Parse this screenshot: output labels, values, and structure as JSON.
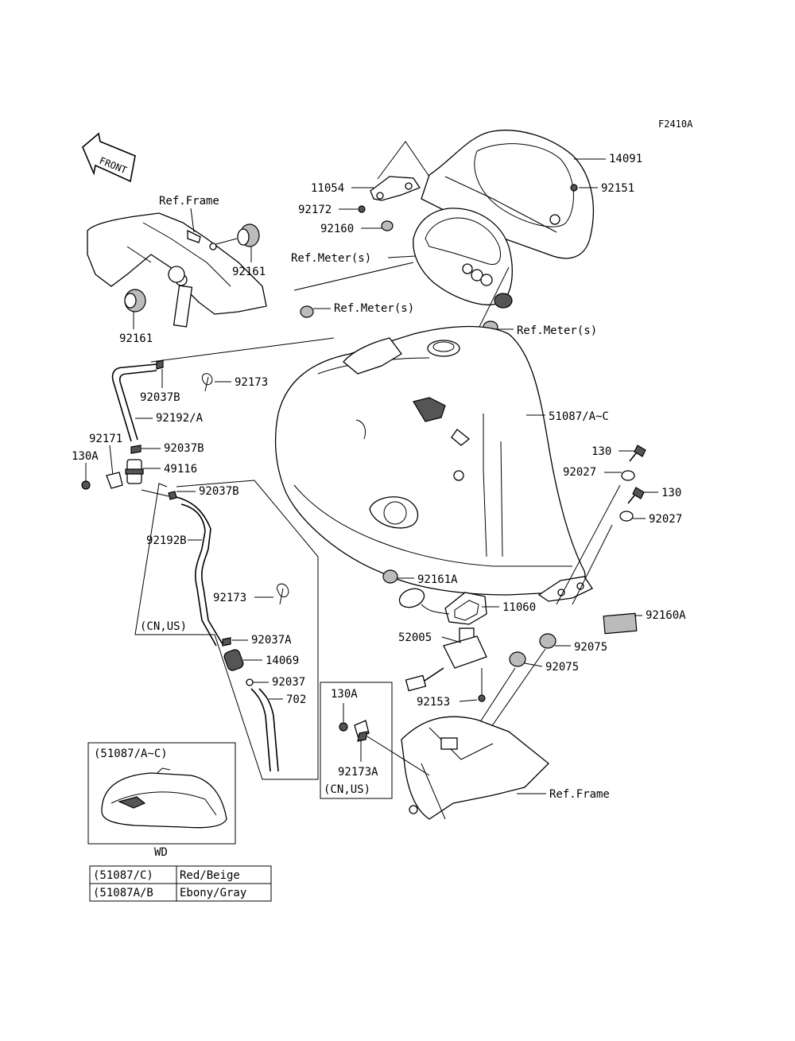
{
  "diagram_code": "F2410A",
  "front_label": "FRONT",
  "ref_frame_top": "Ref.Frame",
  "ref_frame_bottom": "Ref.Frame",
  "ref_meter_1": "Ref.Meter(s)",
  "ref_meter_2": "Ref.Meter(s)",
  "ref_meter_3": "Ref.Meter(s)",
  "region_cn_us_1": "(CN,US)",
  "region_cn_us_2": "(CN,US)",
  "inset_title": "(51087/A~C)",
  "inset_caption": "WD",
  "parts": {
    "p14091": "14091",
    "p92151": "92151",
    "p11054": "11054",
    "p92172": "92172",
    "p92160": "92160",
    "p92161_a": "92161",
    "p92161_b": "92161",
    "p92037B_1": "92037B",
    "p92173_1": "92173",
    "p92192A": "92192/A",
    "p92171": "92171",
    "p92037B_2": "92037B",
    "p130A_1": "130A",
    "p49116": "49116",
    "p92037B_3": "92037B",
    "p92192B": "92192B",
    "p92173_2": "92173",
    "p92037A": "92037A",
    "p14069": "14069",
    "p92037": "92037",
    "p702": "702",
    "p51087": "51087/A~C",
    "p130_1": "130",
    "p92027_1": "92027",
    "p130_2": "130",
    "p92027_2": "92027",
    "p92161A": "92161A",
    "p11060": "11060",
    "p92160A": "92160A",
    "p52005": "52005",
    "p92075_1": "92075",
    "p92075_2": "92075",
    "p92153": "92153",
    "p130A_2": "130A",
    "p92173A": "92173A"
  },
  "color_table": {
    "rows": [
      {
        "code": "(51087/C)",
        "color": "Red/Beige"
      },
      {
        "code": "(51087A/B",
        "color": "Ebony/Gray"
      }
    ]
  }
}
